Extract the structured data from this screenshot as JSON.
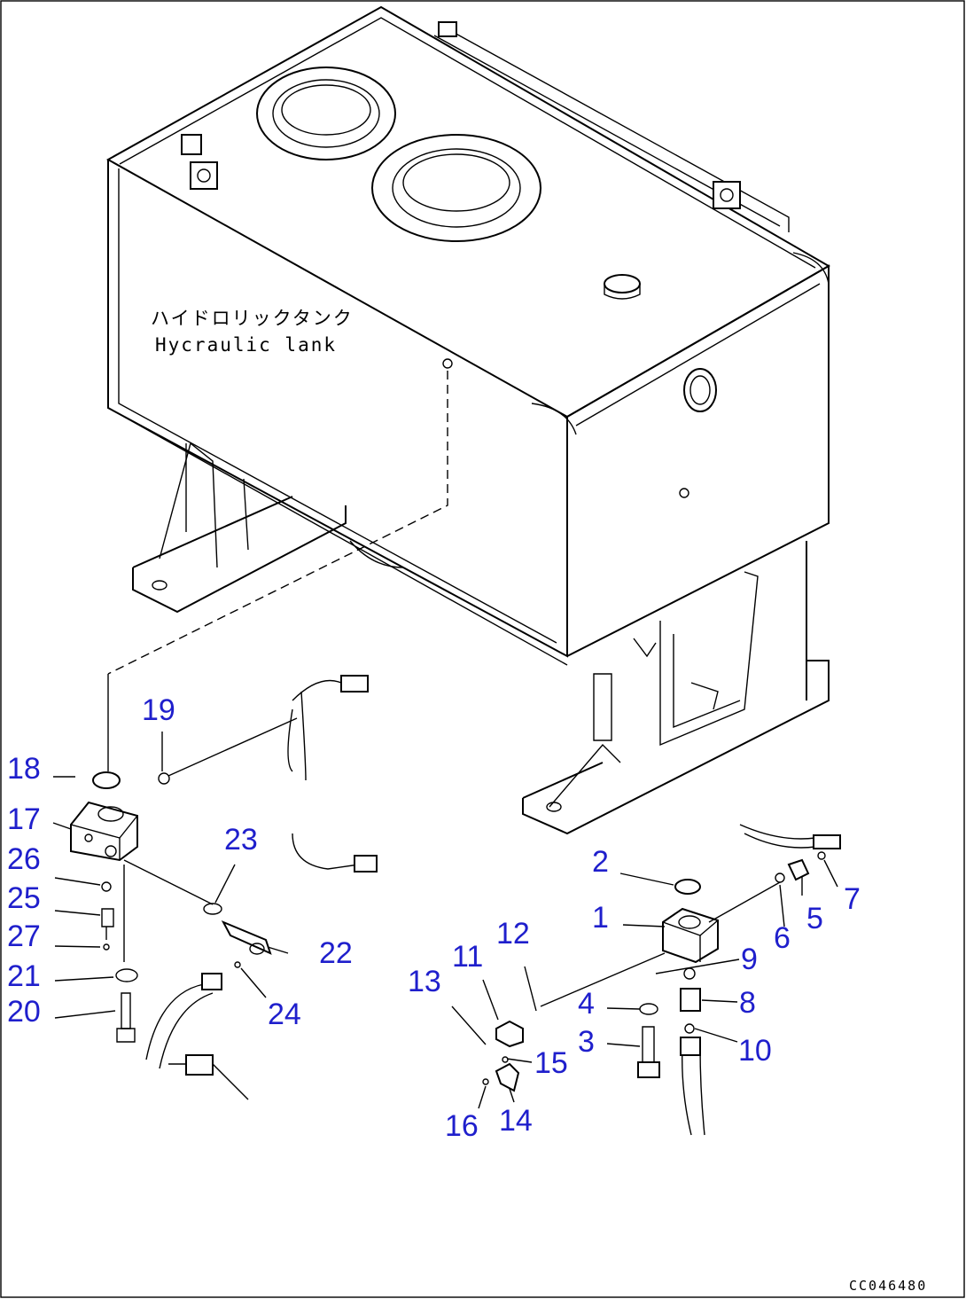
{
  "drawing": {
    "tank_label_jp": "ハイドロリックタンク",
    "tank_label_en": "Hycraulic lank",
    "drawing_code": "CC046480"
  },
  "callouts": [
    "1",
    "2",
    "3",
    "4",
    "5",
    "6",
    "7",
    "8",
    "9",
    "10",
    "11",
    "12",
    "13",
    "14",
    "15",
    "16",
    "17",
    "18",
    "19",
    "20",
    "21",
    "22",
    "23",
    "24",
    "25",
    "26",
    "27"
  ],
  "colors": {
    "callout": "#1f1fcc",
    "line": "#000000",
    "background": "#ffffff"
  }
}
